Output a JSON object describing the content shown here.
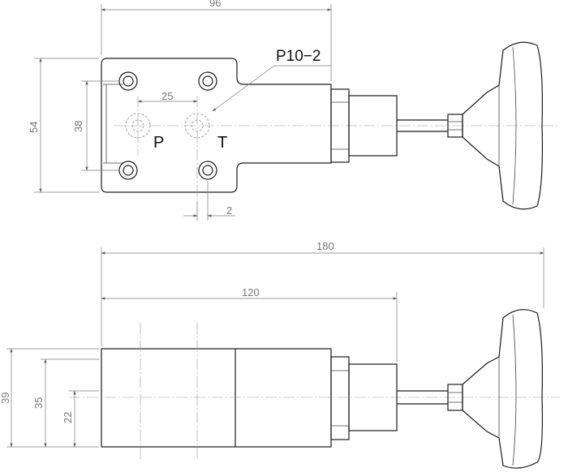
{
  "drawing": {
    "top_view": {
      "dimensions": {
        "width": "96",
        "height": "54",
        "bolt_spacing": "38",
        "port_spacing": "25",
        "offset": "2"
      },
      "ports": {
        "p": "P",
        "t": "T"
      },
      "callout": "P10−2"
    },
    "side_view": {
      "dimensions": {
        "overall_length": "180",
        "body_length": "120",
        "height_outer": "39",
        "height_mid": "35",
        "height_center": "22"
      }
    }
  }
}
